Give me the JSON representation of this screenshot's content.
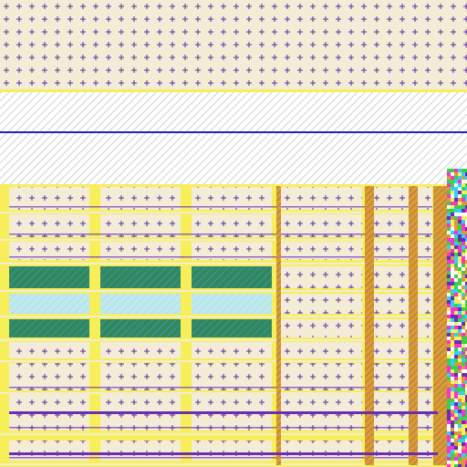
{
  "view": {
    "type": "layout-viewer-tile",
    "text": ""
  },
  "colors": {
    "fill_beige": "#f3ecd6",
    "cross_purple": "#5b2c9d",
    "blue_line": "#2222c0",
    "hatch_gray": "#d8d8d8",
    "yellow": "#f7ef5a",
    "green": "#2d8a5a",
    "green_hatch": "#5b88c8",
    "cyan": "#bfe9ef",
    "orange": "#d89a3a",
    "magenta": "#ff2fd0",
    "purple_row": "#6b2db3"
  },
  "layers": [
    {
      "name": "top-cross-pattern-region"
    },
    {
      "name": "hatched-band"
    },
    {
      "name": "cell-grid"
    },
    {
      "name": "right-edge-colorful-strip"
    }
  ]
}
